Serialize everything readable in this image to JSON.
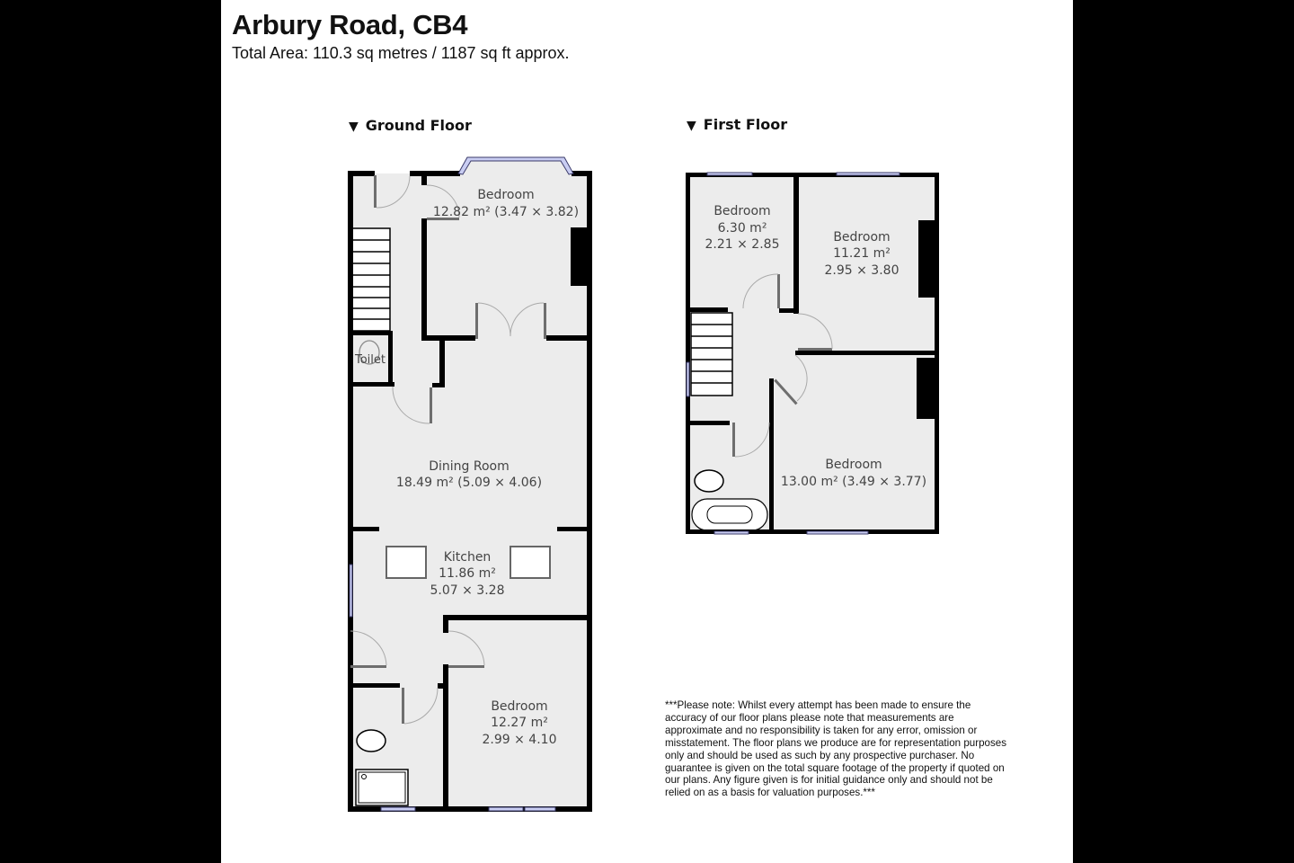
{
  "header": {
    "title": "Arbury Road, CB4",
    "subtitle": "Total Area: 110.3 sq metres / 1187 sq ft approx."
  },
  "floors": [
    {
      "label": "Ground Floor",
      "marker": "▼",
      "rooms": [
        {
          "name": "Bedroom",
          "area": "12.82 m² (3.47 × 3.82)"
        },
        {
          "name": "Toilet"
        },
        {
          "name": "Dining Room",
          "area": "18.49 m² (5.09 × 4.06)"
        },
        {
          "name": "Kitchen",
          "area": "11.86 m²",
          "dims": "5.07 × 3.28"
        },
        {
          "name": "Bedroom",
          "area": "12.27 m²",
          "dims": "2.99 × 4.10"
        }
      ]
    },
    {
      "label": "First Floor",
      "marker": "▼",
      "rooms": [
        {
          "name": "Bedroom",
          "area": "6.30 m²",
          "dims": "2.21 × 2.85"
        },
        {
          "name": "Bedroom",
          "area": "11.21 m²",
          "dims": "2.95 × 3.80"
        },
        {
          "name": "Bedroom",
          "area": "13.00 m² (3.49 × 3.77)"
        }
      ]
    }
  ],
  "disclaimer": "***Please note: Whilst every attempt has been made to ensure the accuracy of our floor plans please note that measurements are approximate and no responsibility is taken for any error, omission or misstatement. The floor plans we produce are for representation purposes only and should be used as such by any prospective purchaser. No guarantee is given on the total square footage of the property if quoted on our plans. Any figure given is for initial guidance only and should not be relied on as a basis for valuation purposes.***",
  "colors": {
    "background": "#000000",
    "page": "#ffffff",
    "floor_fill": "#ececec",
    "wall": "#000000",
    "door": "#6e6e6e",
    "window": "#c9cdf2"
  }
}
